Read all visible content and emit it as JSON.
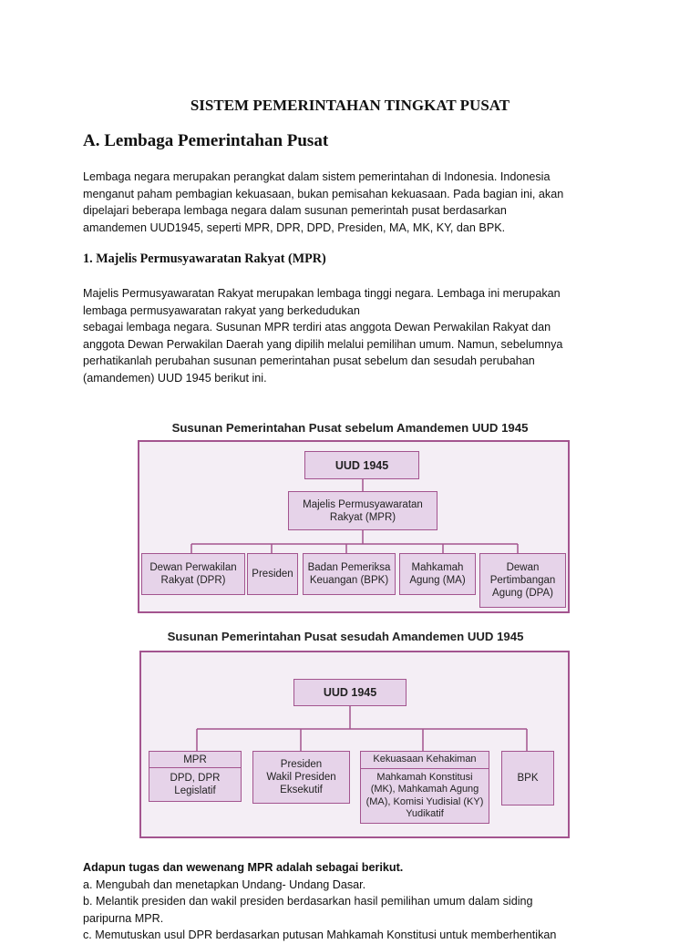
{
  "title": "SISTEM PEMERINTAHAN TINGKAT PUSAT",
  "section_a": "A. Lembaga Pemerintahan Pusat",
  "intro_lines": [
    "Lembaga negara merupakan perangkat dalam sistem pemerintahan di Indonesia. Indonesia",
    "menganut paham pembagian kekuasaan, bukan pemisahan kekuasaan. Pada bagian ini, akan",
    "dipelajari beberapa lembaga negara dalam susunan pemerintah pusat berdasarkan",
    "amandemen UUD1945, seperti MPR, DPR, DPD, Presiden, MA, MK, KY, dan BPK."
  ],
  "mpr_heading": "1. Majelis Permusyawaratan Rakyat (MPR)",
  "mpr_lines": [
    "Majelis Permusyawaratan Rakyat merupakan lembaga tinggi negara. Lembaga ini merupakan",
    "lembaga permusyawaratan rakyat yang berkedudukan",
    "sebagai lembaga negara. Susunan MPR terdiri atas anggota Dewan Perwakilan Rakyat dan",
    "anggota Dewan Perwakilan Daerah yang dipilih melalui pemilihan umum. Namun, sebelumnya",
    "perhatikanlah perubahan susunan pemerintahan pusat sebelum dan sesudah perubahan",
    "(amandemen) UUD 1945 berikut ini."
  ],
  "diagram_before": {
    "title": "Susunan Pemerintahan Pusat sebelum Amandemen UUD 1945",
    "top": "UUD 1945",
    "mid": [
      "Majelis Permusyawaratan",
      "Rakyat (MPR)"
    ],
    "children": [
      [
        "Dewan Perwakilan",
        "Rakyat (DPR)"
      ],
      [
        "Presiden"
      ],
      [
        "Badan Pemeriksa",
        "Keuangan (BPK)"
      ],
      [
        "Mahkamah",
        "Agung (MA)"
      ],
      [
        "Dewan",
        "Pertimbangan",
        "Agung (DPA)"
      ]
    ]
  },
  "diagram_after": {
    "title": "Susunan Pemerintahan Pusat sesudah Amandemen UUD 1945",
    "top": "UUD 1945",
    "mpr_head": "MPR",
    "mpr_body": [
      "DPD, DPR",
      "Legislatif"
    ],
    "presiden": [
      "Presiden",
      "Wakil Presiden",
      "Eksekutif"
    ],
    "kehakiman_head": "Kekuasaan Kehakiman",
    "kehakiman_body": [
      "Mahkamah Konstitusi",
      "(MK), Mahkamah Agung",
      "(MA), Komisi Yudisial (KY)",
      "Yudikatif"
    ],
    "bpk": "BPK"
  },
  "tasks": {
    "heading": "Adapun tugas dan wewenang MPR adalah sebagai berikut.",
    "items": [
      "a. Mengubah dan menetapkan Undang- Undang Dasar.",
      "b. Melantik presiden dan wakil presiden berdasarkan hasil pemilihan umum dalam siding",
      "paripurna MPR.",
      "c. Memutuskan usul DPR berdasarkan putusan Mahkamah Konstitusi untuk memberhentikan"
    ]
  },
  "colors": {
    "border": "#a3548f",
    "box_fill": "#e6d3e9",
    "panel_fill": "#f4eef5"
  }
}
